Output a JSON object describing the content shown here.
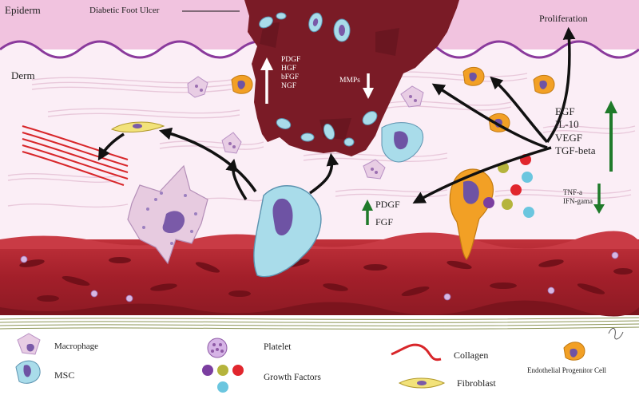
{
  "layers": {
    "epiderm": "Epiderm",
    "derm": "Derm"
  },
  "wound_label": "Diabetic Foot Ulcer",
  "wound_factors_up": [
    "PDGF",
    "HGF",
    "bFGF",
    "NGF"
  ],
  "wound_factor_down": "MMPs",
  "proliferation": "Proliferation",
  "secreted_up": [
    "EGF",
    "IL-10",
    "VEGF",
    "TGF-beta"
  ],
  "secreted_down": [
    "TNF-a",
    "IFN-gama"
  ],
  "mid_factors": [
    "PDGF",
    "FGF"
  ],
  "legend": {
    "macrophage": "Macrophage",
    "msc": "MSC",
    "platelet": "Platelet",
    "growth_factors": "Growth Factors",
    "collagen": "Collagen",
    "fibroblast": "Fibroblast",
    "epc": "Endothelial Progenitor Cell"
  },
  "colors": {
    "epidermis": "#f1c3df",
    "dermis": "#fbeef6",
    "ulcer": "#7a1b26",
    "vessel": "#a8242e",
    "msc": "#a9dcea",
    "epc": "#f2a025",
    "arrow_up": "#1f7a2a",
    "collagen": "#d8262a"
  }
}
